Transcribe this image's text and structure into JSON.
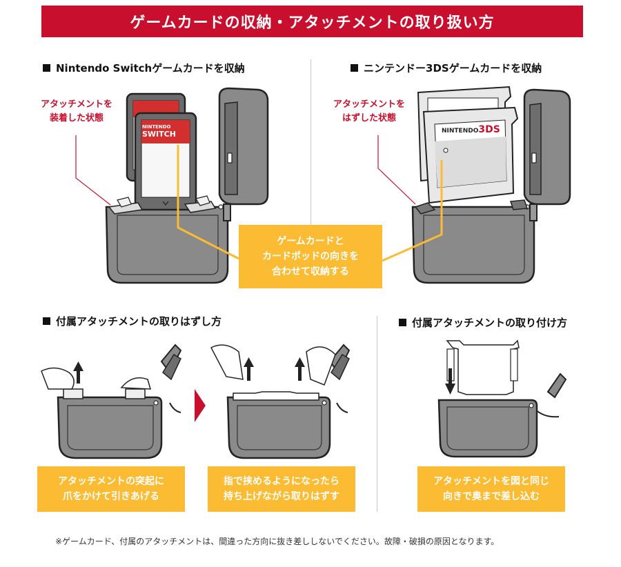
{
  "title": "ゲームカードの収納・アタッチメントの取り扱い方",
  "sections": {
    "switch_storage": {
      "heading": "Nintendo Switchゲームカードを収納",
      "label_line1": "アタッチメントを",
      "label_line2": "装着した状態",
      "card_brand_small": "NINTENDO",
      "card_brand": "SWITCH"
    },
    "ds_storage": {
      "heading": "ニンテンドー3DSゲームカードを収納",
      "label_line1": "アタッチメントを",
      "label_line2": "はずした状態",
      "card_brand": "NINTENDO",
      "card_brand_3ds": "3DS"
    },
    "orientation_callout": {
      "line1": "ゲームカードと",
      "line2": "カードポッドの向きを",
      "line3": "合わせて収納する"
    },
    "remove_attachment": {
      "heading": "付属アタッチメントの取りはずし方",
      "step1_line1": "アタッチメントの突起に",
      "step1_line2": "爪をかけて引きあげる",
      "step2_line1": "指で挟めるようになったら",
      "step2_line2": "持ち上げながら取りはずす"
    },
    "attach_attachment": {
      "heading": "付属アタッチメントの取り付け方",
      "step_line1": "アタッチメントを図と同じ",
      "step_line2": "向きで奥まで差し込む"
    }
  },
  "footnote": "※ゲームカード、付属のアタッチメントは、間違った方向に抜き差ししないでください。故障・破損の原因となります。",
  "colors": {
    "accent_red": "#c8102e",
    "callout_yellow": "#fbbb32",
    "case_gray": "#8a8a8a"
  }
}
